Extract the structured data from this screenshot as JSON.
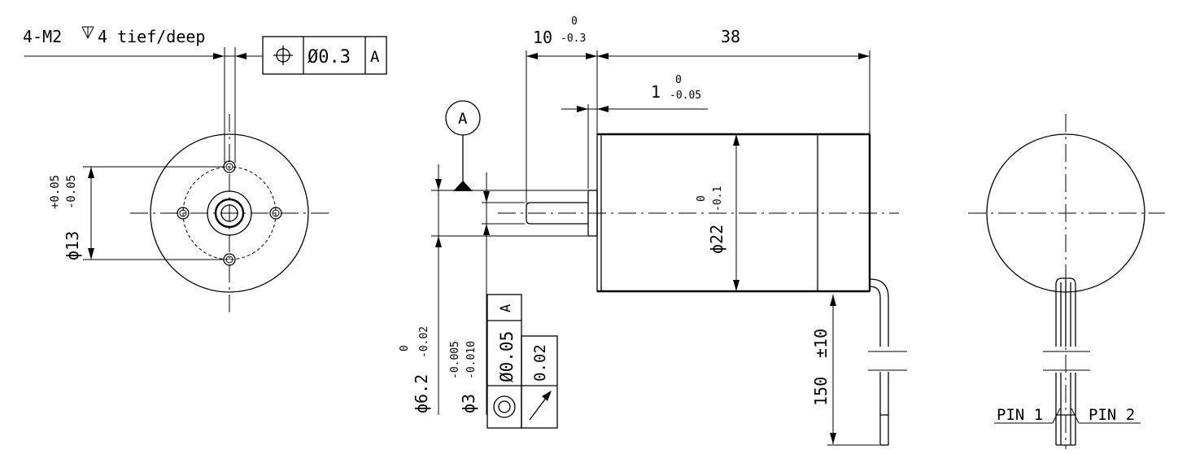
{
  "front_view": {
    "thread_callout": "4-M2",
    "thread_depth": "4 tief/deep",
    "position_symbol": "⌖",
    "position_tolerance": "Ø0.3",
    "position_datum": "A",
    "bolt_circle_dia": "ϕ13",
    "bolt_circle_tol_upper": "+0.05",
    "bolt_circle_tol_lower": "-0.05"
  },
  "side_view": {
    "shaft_length": "10",
    "shaft_length_tol_upper": "0",
    "shaft_length_tol_lower": "-0.3",
    "body_length": "38",
    "flange_thickness": "1",
    "flange_thickness_tol_upper": "0",
    "flange_thickness_tol_lower": "-0.05",
    "datum_label": "A",
    "body_dia": "ϕ22",
    "body_dia_tol_upper": "0",
    "body_dia_tol_lower": "-0.1",
    "pilot_dia": "ϕ6.2",
    "pilot_dia_tol_upper": "0",
    "pilot_dia_tol_lower": "-0.02",
    "shaft_dia": "ϕ3",
    "shaft_dia_tol_upper": "-0.005",
    "shaft_dia_tol_lower": "-0.010",
    "concentricity_tolerance": "Ø0.05",
    "concentricity_datum": "A",
    "runout_tolerance": "0.02",
    "lead_length": "150",
    "lead_length_tol": "±10"
  },
  "rear_view": {
    "pin1_label": "PIN 1",
    "pin2_label": "PIN 2"
  }
}
